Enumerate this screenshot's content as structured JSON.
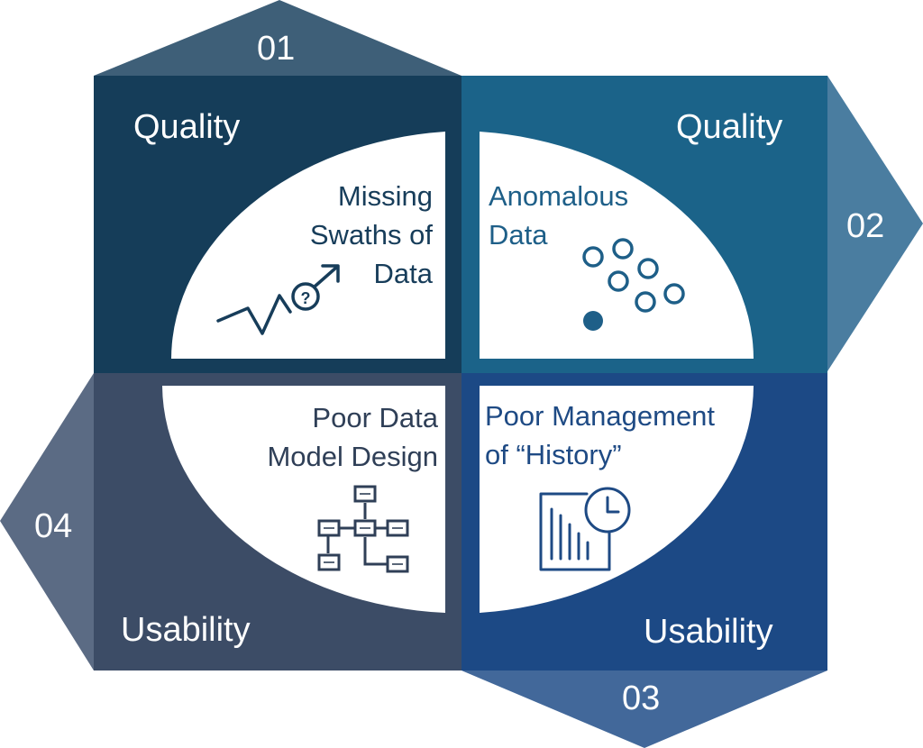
{
  "colors": {
    "q1": "#153d59",
    "q2": "#1b6389",
    "q3": "#1c4985",
    "q4": "#3c4c66",
    "tab1": "#3e5f78",
    "tab2": "#4a7da0",
    "tab3": "#42689a",
    "tab4": "#5b6b84",
    "panel": "#ffffff"
  },
  "quadrants": [
    {
      "number": "01",
      "category": "Quality",
      "issue_lines": [
        "Missing",
        "Swaths of",
        "Data"
      ],
      "icon": "trend-question-icon"
    },
    {
      "number": "02",
      "category": "Quality",
      "issue_lines": [
        "Anomalous",
        "Data"
      ],
      "icon": "anomaly-dots-icon"
    },
    {
      "number": "03",
      "category": "Usability",
      "issue_lines": [
        "Poor Management",
        "of “History”"
      ],
      "icon": "history-chart-clock-icon"
    },
    {
      "number": "04",
      "category": "Usability",
      "issue_lines": [
        "Poor Data",
        "Model Design"
      ],
      "icon": "data-model-tree-icon"
    }
  ]
}
